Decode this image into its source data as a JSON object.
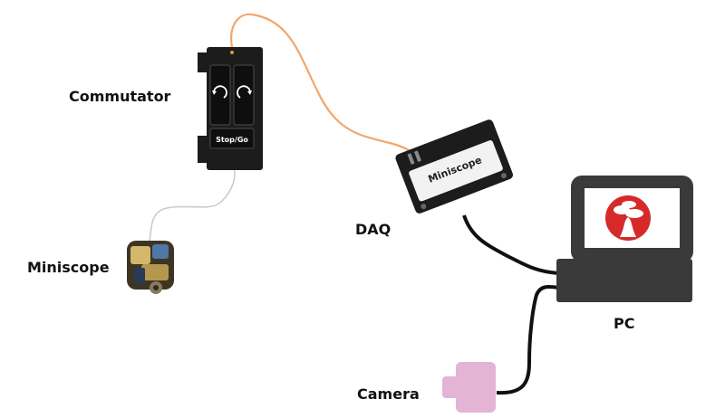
{
  "labels": {
    "commutator": "Commutator",
    "miniscope": "Miniscope",
    "daq": "DAQ",
    "pc": "PC",
    "camera": "Camera"
  },
  "commutator_panel": {
    "button": "Stop/Go"
  },
  "daq_panel": {
    "brand": "Miniscope"
  },
  "colors": {
    "fiber": "#f2a66b",
    "cable": "#111111",
    "tether": "#c4c4c4",
    "device": "#1c1c1c",
    "pc_body": "#3a3a3a",
    "pc_screen": "#ffffff",
    "logo": "#d62a2a",
    "camera": "#e3b4d4"
  },
  "icons": [
    "rotate-icon",
    "rotate-icon",
    "tree-logo-icon"
  ]
}
